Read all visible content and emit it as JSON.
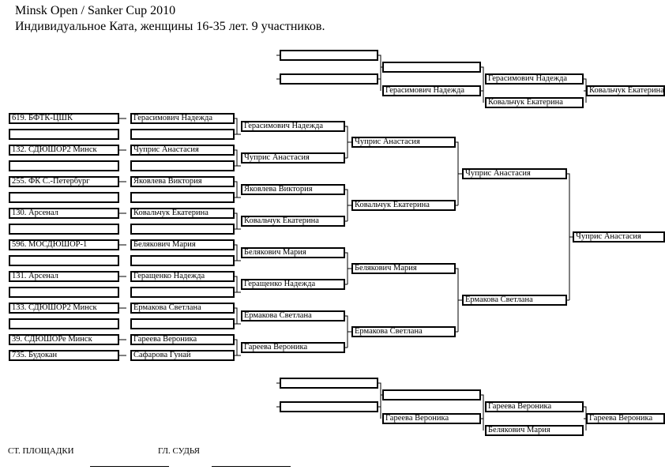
{
  "header": {
    "title": "Minsk Open / Sanker Cup 2010",
    "subtitle": "Индивидуальное Ката, женщины 16-35 лет. 9 участников."
  },
  "participants": [
    "619. БФТК-ЦШК",
    "",
    "132. СДЮШОР2 Минск",
    "",
    "255. ФК С.-Петербург",
    "",
    "130. Арсенал",
    "",
    "596. МОСДЮШОР-1",
    "",
    "131. Арсенал",
    "",
    "133. СДЮШОР2 Минск",
    "",
    "39. СДЮШОРе Минск",
    "735. Будокан"
  ],
  "round1": [
    "Герасимович Надежда",
    "",
    "Чуприс Анастасия",
    "",
    "Яковлева Виктория",
    "",
    "Ковальчук Екатерина",
    "",
    "Белякович Мария",
    "",
    "Геращенко Надежда",
    "",
    "Ермакова Светлана",
    "",
    "Гареева Вероника",
    "Сафарова Гунай"
  ],
  "round2": [
    "Герасимович Надежда",
    "Чуприс Анастасия",
    "Яковлева Виктория",
    "Ковальчук Екатерина",
    "Белякович Мария",
    "Геращенко Надежда",
    "Ермакова Светлана",
    "Гареева Вероника"
  ],
  "round3": [
    "Чуприс Анастасия",
    "Ковальчук Екатерина",
    "Белякович Мария",
    "Ермакова Светлана"
  ],
  "round4": [
    "Чуприс Анастасия",
    "Ермакова Светлана"
  ],
  "final": "Чуприс Анастасия",
  "repechage_top": {
    "slots": [
      "",
      ""
    ],
    "stage2": [
      "",
      "Герасимович Надежда"
    ],
    "stage3": [
      "Герасимович Надежда",
      "Ковальчук Екатерина"
    ],
    "winner": "Ковальчук Екатерина"
  },
  "repechage_bottom": {
    "slots": [
      "",
      ""
    ],
    "stage2": [
      "",
      "Гареева Вероника"
    ],
    "stage3": [
      "Гареева Вероника",
      "Белякович Мария"
    ],
    "winner": "Гареева Вероника"
  },
  "footer": {
    "site_chief": "СТ. ПЛОЩАДКИ",
    "chief_judge": "ГЛ. СУДЬЯ"
  }
}
